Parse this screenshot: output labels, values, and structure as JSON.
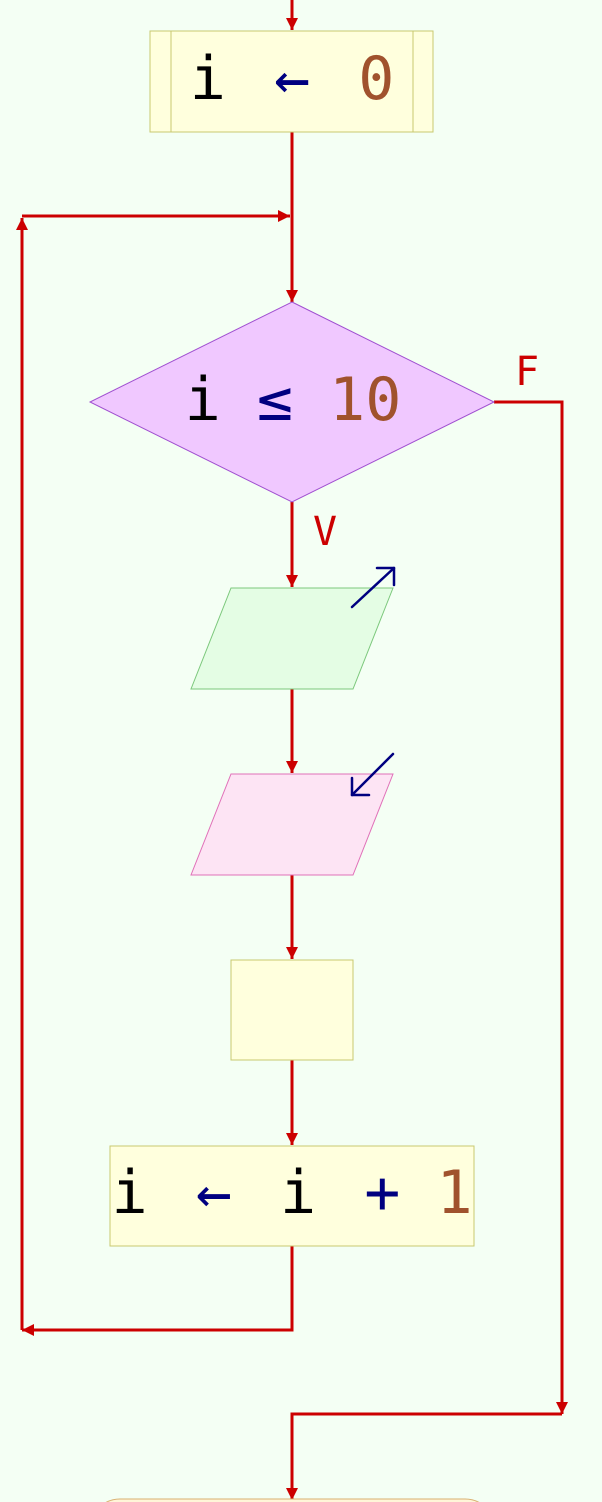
{
  "init": {
    "var": "i",
    "op": "←",
    "val": "0"
  },
  "condition": {
    "var": "i",
    "op": "≤",
    "val": "10"
  },
  "branch": {
    "true_label": "V",
    "false_label": "F"
  },
  "increment": {
    "lhs": "i",
    "op": "←",
    "rhs": "i",
    "plus": "+",
    "val": "1"
  },
  "colors": {
    "background": "#f4fff4",
    "line": "#cc0000",
    "var_text": "#000000",
    "operator_text": "#000080",
    "number_text": "#a0522d",
    "process_fill": "#ffffdd",
    "process_stroke": "#c8c870",
    "decision_fill": "#f0c8ff",
    "decision_stroke": "#a050d0",
    "output_fill": "#e4fde4",
    "output_stroke": "#7cc87c",
    "input_fill": "#fde4f4",
    "input_stroke": "#e070b8",
    "terminal_fill": "#fff5d8",
    "terminal_stroke": "#d8b070"
  },
  "icons": {
    "output": "arrow-up-right-icon",
    "input": "arrow-down-left-icon"
  }
}
